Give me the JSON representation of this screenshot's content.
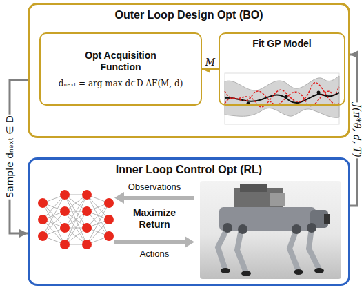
{
  "diagram": {
    "nodes": [
      {
        "text": [
          "Outer Loop Design Opt (BO)"
        ]
      },
      {
        "text": [
          "Opt Acquisition Function",
          "dₙₑₓₜ = arg max d∈D AF(M, d)"
        ],
        "in": 0
      },
      {
        "text": [
          "Fit GP Model"
        ],
        "in": 0
      },
      {
        "text": [
          "Inner Loop Control Opt (RL)"
        ]
      }
    ],
    "edges": [
      {
        "from": 2,
        "to": 1,
        "label": "M",
        "arrow": "to"
      },
      {
        "from": 0,
        "to": 3,
        "label": "Sample dₙₑₓₜ ∈ D",
        "arrow": "to"
      },
      {
        "from": 3,
        "to": 0,
        "label": "J(π*θ, d, T)",
        "arrow": "to"
      }
    ],
    "labels": [
      "Observations",
      "Maximize Return",
      "Actions"
    ]
  }
}
